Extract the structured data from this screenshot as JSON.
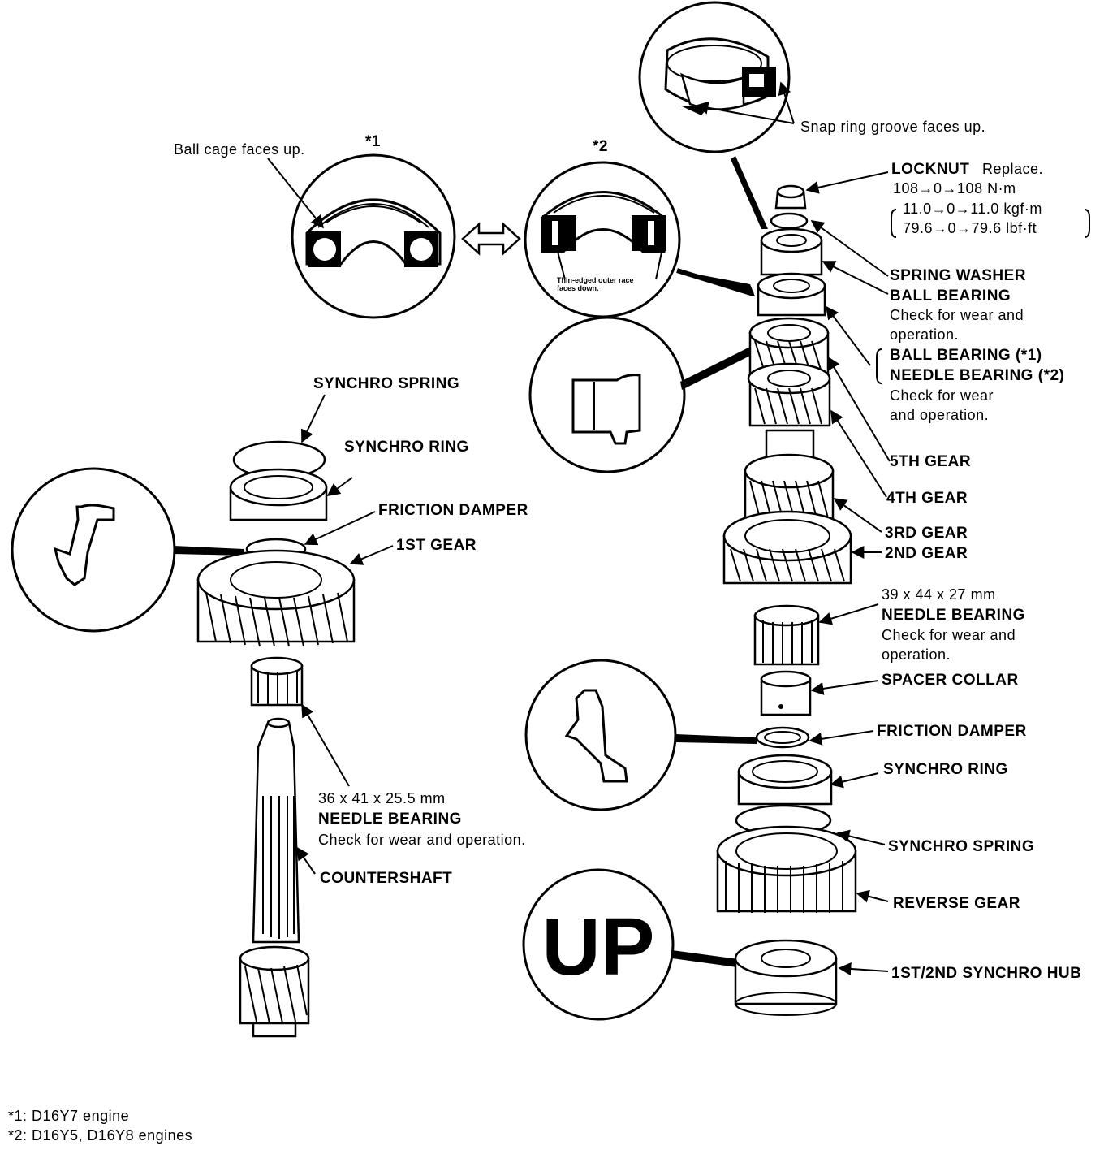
{
  "callouts": {
    "ball_cage_note": "Ball cage faces up.",
    "star1": "*1",
    "star2": "*2",
    "thin_edged_line1": "Thin-edged outer race",
    "thin_edged_line2": "faces down.",
    "snap_ring_note": "Snap ring groove faces up.",
    "up_symbol": "UP"
  },
  "mainshaft_labels": {
    "locknut_title": "LOCKNUT",
    "locknut_note": "Replace.",
    "torque_nm": "108→0→108 N·m",
    "torque_kgf": "11.0→0→11.0 kgf·m",
    "torque_lbf": "79.6→0→79.6 lbf·ft",
    "spring_washer": "SPRING WASHER",
    "ball_bearing": "BALL BEARING",
    "ball_bearing_check1": "Check for wear and",
    "ball_bearing_check2": "operation.",
    "ball_bearing_star1": "BALL BEARING (*1)",
    "needle_bearing_star2": "NEEDLE BEARING (*2)",
    "star_check1": "Check for wear",
    "star_check2": "and operation.",
    "fifth_gear": "5TH GEAR",
    "fourth_gear": "4TH GEAR",
    "third_gear": "3RD GEAR",
    "second_gear": "2ND GEAR",
    "needle_size": "39 x 44 x 27 mm",
    "needle_bearing": "NEEDLE BEARING",
    "needle_check1": "Check for wear and",
    "needle_check2": "operation.",
    "spacer_collar": "SPACER COLLAR",
    "friction_damper": "FRICTION DAMPER",
    "synchro_ring": "SYNCHRO RING",
    "synchro_spring": "SYNCHRO SPRING",
    "reverse_gear": "REVERSE GEAR",
    "synchro_hub": "1ST/2ND SYNCHRO HUB"
  },
  "countershaft_labels": {
    "synchro_spring": "SYNCHRO SPRING",
    "synchro_ring": "SYNCHRO RING",
    "friction_damper": "FRICTION DAMPER",
    "first_gear": "1ST GEAR",
    "needle_size": "36 x 41 x 25.5 mm",
    "needle_bearing": "NEEDLE BEARING",
    "needle_check": "Check for wear and operation.",
    "countershaft": "COUNTERSHAFT"
  },
  "footnotes": {
    "note1": "*1: D16Y7 engine",
    "note2": "*2: D16Y5, D16Y8 engines"
  }
}
